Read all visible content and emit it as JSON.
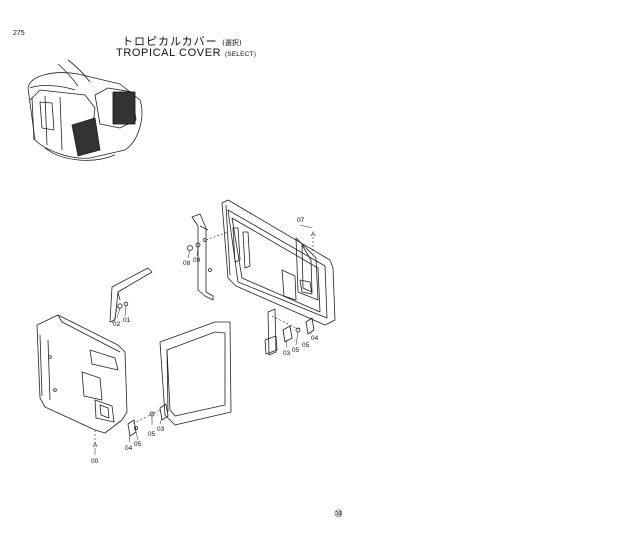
{
  "header": {
    "page_number": "275",
    "title_jp": "トロピカルカバー",
    "title_jp_note": "(選択)",
    "title_en": "TROPICAL COVER",
    "title_en_note": "(SELECT)"
  },
  "callouts": {
    "c07": "07",
    "cA_top": "A",
    "c08": "08",
    "c09": "09",
    "c02": "02",
    "c01": "01",
    "c03_right": "03",
    "c05_right": "05",
    "c04_right": "04",
    "c05_left": "05",
    "c03_left": "03",
    "c04_left": "04",
    "c05_left2": "05",
    "cA_bottom": "A",
    "c00": "00"
  },
  "footer": {
    "mark": "⑩"
  }
}
